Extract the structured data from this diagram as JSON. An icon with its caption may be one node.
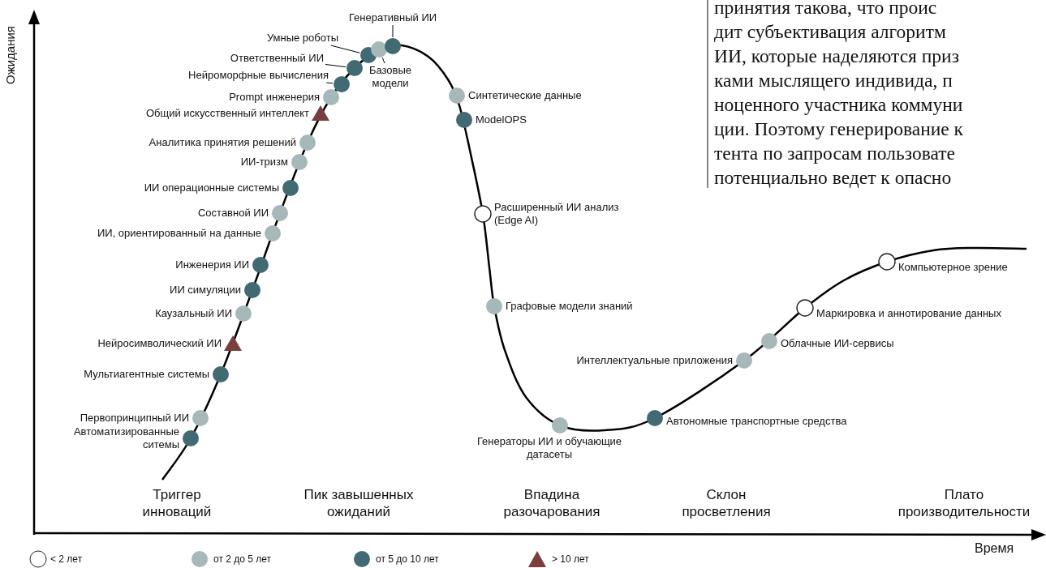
{
  "diagram": {
    "nodes": [
      {
        "text": [],
        "shape": "circle",
        "beside": [
          "Автоматизированные ситемы"
        ]
      },
      {
        "text": [],
        "shape": "circle",
        "beside": [
          "Первопринципный ИИ"
        ]
      },
      {
        "text": [],
        "shape": "circle",
        "beside": [
          "Мультиагентные системы"
        ]
      },
      {
        "text": [],
        "shape": "triangle",
        "beside": [
          "Нейросимволический ИИ"
        ]
      },
      {
        "text": [],
        "shape": "circle",
        "beside": [
          "Каузальный ИИ"
        ]
      },
      {
        "text": [],
        "shape": "circle",
        "beside": [
          "ИИ симуляции"
        ]
      },
      {
        "text": [],
        "shape": "circle",
        "beside": [
          "Инженерия ИИ"
        ]
      },
      {
        "text": [],
        "shape": "circle",
        "beside": [
          "ИИ, ориентированный на данные"
        ]
      },
      {
        "text": [],
        "shape": "circle",
        "beside": [
          "Составной ИИ"
        ]
      },
      {
        "text": [],
        "shape": "circle",
        "beside": [
          "ИИ операционные системы"
        ]
      },
      {
        "text": [],
        "shape": "circle",
        "beside": [
          "ИИ-тризм"
        ]
      },
      {
        "text": [],
        "shape": "circle",
        "beside": [
          "Аналитика принятия решений"
        ]
      },
      {
        "text": [],
        "shape": "triangle",
        "beside": [
          "Общий искусственный интеллект"
        ]
      },
      {
        "text": [],
        "shape": "circle",
        "beside": [
          "Prompt инженерия"
        ]
      },
      {
        "text": [
          "Нейроморфные вычисления"
        ]
      },
      {
        "text": [],
        "shape": "circle"
      },
      {
        "text": [
          "Ответственный ИИ"
        ]
      },
      {
        "text": [],
        "shape": "circle"
      },
      {
        "text": [
          "Умные роботы"
        ]
      },
      {
        "text": [],
        "shape": "circle"
      },
      {
        "text": [],
        "shape": "circle"
      },
      {
        "text": [
          "Базовые модели"
        ]
      },
      {
        "text": [
          "Генеративный ИИ"
        ]
      },
      {
        "text": [],
        "shape": "circle"
      },
      {
        "text": [],
        "shape": "circle",
        "beside": [
          "Синтетические данные"
        ]
      },
      {
        "text": [],
        "shape": "circle",
        "beside": [
          "ModelOPS"
        ]
      },
      {
        "text": [],
        "shape": "circle",
        "beside": [
          "Расширенный ИИ анализ (Edge AI)"
        ]
      },
      {
        "text": [],
        "shape": "circle",
        "beside": [
          "Графовые модели знаний"
        ]
      },
      {
        "text": [],
        "shape": "circle",
        "beside": [
          "Генераторы ИИ и обучающие датасеты"
        ]
      },
      {
        "text": [],
        "shape": "circle",
        "beside": [
          "Автономные транспортные средства"
        ]
      },
      {
        "text": [],
        "shape": "circle",
        "beside": [
          "Интеллектуальные приложения"
        ]
      },
      {
        "text": [],
        "shape": "circle",
        "beside": [
          "Облачные ИИ-сервисы"
        ]
      },
      {
        "text": [],
        "shape": "circle",
        "beside": [
          "Маркировка и аннотирование данных"
        ]
      },
      {
        "text": [],
        "shape": "circle",
        "beside": [
          "Компьютерное зрение"
        ]
      }
    ],
    "edges": [
      {
        "from": 14,
        "to": 15,
        "arrow": "none"
      },
      {
        "from": 16,
        "to": 17,
        "arrow": "none"
      },
      {
        "from": 18,
        "to": 19,
        "arrow": "none"
      },
      {
        "from": 21,
        "to": 20,
        "arrow": "none"
      },
      {
        "from": 22,
        "to": 23,
        "arrow": "none"
      }
    ],
    "labels": [
      "принятия такова, что проис",
      "дит субъективация алгоритм",
      "ИИ, которые наделяются приз",
      "ками мыслящего индивида, п",
      "ноценного участника коммуни",
      "ции. Поэтому генерирование к",
      "тента по запросам пользовате",
      "потенциально ведет к опасно",
      "Ожидания",
      "Триггер инноваций",
      "Пик завышенных ожиданий",
      "Впадина разочарования",
      "Склон просветления",
      "Плато производительности",
      "Время"
    ],
    "legend": [
      {
        "text": "< 2 лет",
        "color": "#ffffff"
      },
      {
        "text": "от 2 до 5 лет",
        "color": "#a7b8ba"
      },
      {
        "text": "от 5 до 10 лет",
        "color": "#426a73"
      },
      {
        "text": "> 10 лет",
        "color": "#7a3e3e"
      }
    ]
  }
}
